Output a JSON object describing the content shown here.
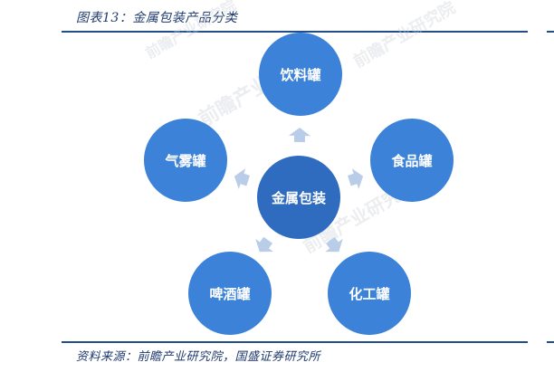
{
  "figure": {
    "title": "图表13：金属包装产品分类",
    "source": "资料来源：前瞻产业研究院，国盛证券研究所"
  },
  "diagram": {
    "center": "金属包装",
    "nodes": [
      "饮料罐",
      "食品罐",
      "化工罐",
      "啤酒罐",
      "气雾罐"
    ]
  },
  "watermark": {
    "text": "前瞻产业研究院"
  },
  "colors": {
    "center_fill": "#2f6cc0",
    "node_fill": "#3b82d8",
    "arrow_fill": "#b9cde9",
    "rule": "#1f4e8a",
    "caption": "#1f3a6e"
  }
}
